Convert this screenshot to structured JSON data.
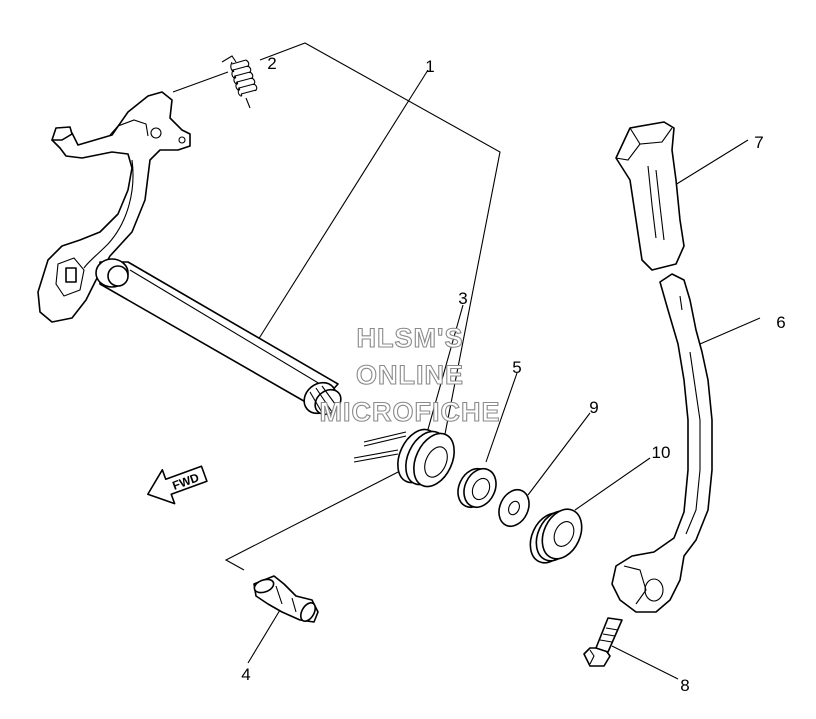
{
  "diagram": {
    "callouts": [
      {
        "id": "1",
        "label": "1"
      },
      {
        "id": "2",
        "label": "2"
      },
      {
        "id": "3",
        "label": "3"
      },
      {
        "id": "4",
        "label": "4"
      },
      {
        "id": "5",
        "label": "5"
      },
      {
        "id": "6",
        "label": "6"
      },
      {
        "id": "7",
        "label": "7"
      },
      {
        "id": "8",
        "label": "8"
      },
      {
        "id": "9",
        "label": "9"
      },
      {
        "id": "10",
        "label": "10"
      }
    ],
    "direction_arrow": {
      "label": "FWD"
    },
    "watermark": {
      "lines": [
        "HLSM'S",
        "ONLINE",
        "MICROFICHE"
      ]
    }
  }
}
